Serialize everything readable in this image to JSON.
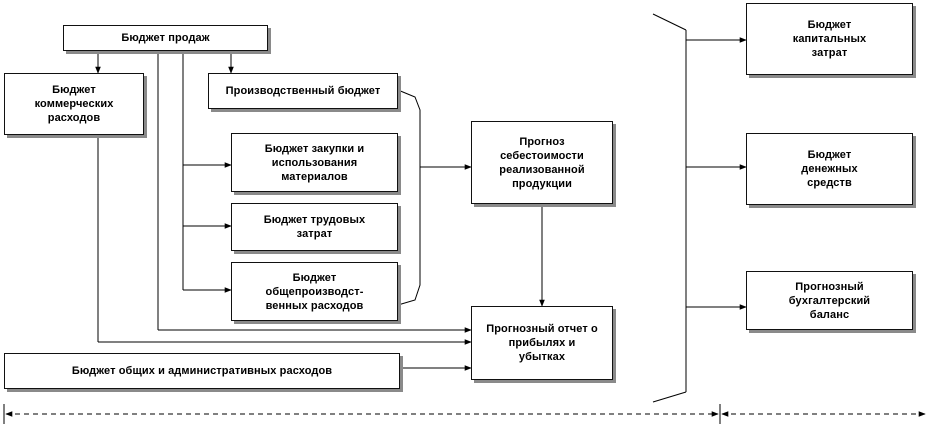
{
  "diagram": {
    "boxes": {
      "sales_budget": "Бюджет продаж",
      "commercial_expenses": "Бюджет\nкоммерческих\nрасходов",
      "production_budget": "Производственный  бюджет",
      "materials_budget": "Бюджет закупки и\nиспользования\nматериалов",
      "labor_budget": "Бюджет трудовых\nзатрат",
      "overhead_budget": "Бюджет\nобщепроизводст-\nвенных расходов",
      "cost_forecast": "Прогноз\nсебестоимости\nреализованной\nпродукции",
      "pl_forecast": "Прогнозный отчет о\nприбылях и\nубытках",
      "admin_budget": "Бюджет общих и административных  расходов",
      "capex_budget": "Бюджет\nкапитальных\nзатрат",
      "cash_budget": "Бюджет\nденежных\nсредств",
      "balance_forecast": "Прогнозный\nбухгалтерский\nбаланс"
    },
    "colors": {
      "line": "#000000",
      "shadow": "#8a8a8a",
      "box_fill": "#ffffff"
    }
  }
}
